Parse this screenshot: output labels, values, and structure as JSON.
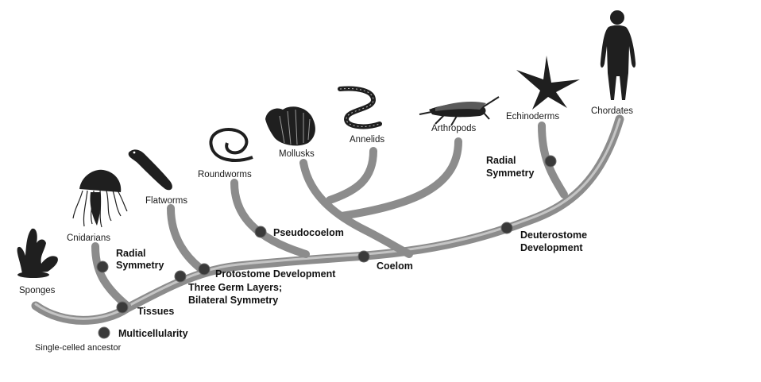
{
  "taxa": {
    "sponges": "Sponges",
    "cnidarians": "Cnidarians",
    "flatworms": "Flatworms",
    "roundworms": "Roundworms",
    "mollusks": "Mollusks",
    "annelids": "Annelids",
    "arthropods": "Arthropods",
    "echinoderms": "Echinoderms",
    "chordates": "Chordates"
  },
  "traits": {
    "multicellularity": "Multicellularity",
    "tissues": "Tissues",
    "radial_symmetry_1": "Radial",
    "radial_symmetry_2": "Symmetry",
    "three_germ_1": "Three Germ Layers;",
    "three_germ_2": "Bilateral Symmetry",
    "protostome": "Protostome Development",
    "pseudocoelom": "Pseudocoelom",
    "coelom": "Coelom",
    "deuterostome_1": "Deuterostome",
    "deuterostome_2": "Development",
    "radial_symmetry_echino_1": "Radial",
    "radial_symmetry_echino_2": "Symmetry"
  },
  "ancestor": "Single-celled ancestor",
  "icons": [
    "sponge-icon",
    "jellyfish-icon",
    "flatworm-icon",
    "roundworm-icon",
    "shell-icon",
    "earthworm-icon",
    "grasshopper-icon",
    "starfish-icon",
    "human-icon"
  ],
  "colors": {
    "branch": "#8c8c8c",
    "node": "#3a3a3a",
    "text": "#111111"
  }
}
